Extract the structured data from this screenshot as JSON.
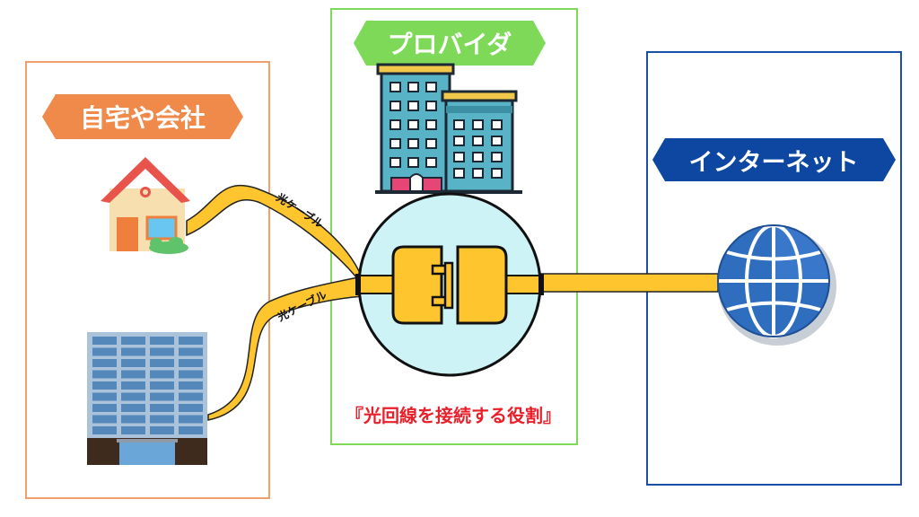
{
  "sections": {
    "home": {
      "label": "自宅や会社",
      "color": "#f08a4b",
      "border": "#f0a06a"
    },
    "provider": {
      "label": "プロバイダ",
      "color": "#7dd957",
      "border": "#7dd957"
    },
    "internet": {
      "label": "インターネット",
      "color": "#0d47a1",
      "border": "#1b4fa8"
    }
  },
  "cables": {
    "upper_label": "光ケーブル",
    "lower_label": "光ケーブル",
    "color": "#fec52e"
  },
  "caption": {
    "text": "『光回線を接続する役割』",
    "color": "#e8202a"
  },
  "icons": [
    "house-icon",
    "office-building-icon",
    "provider-building-icon",
    "plug-connector-icon",
    "globe-icon"
  ]
}
